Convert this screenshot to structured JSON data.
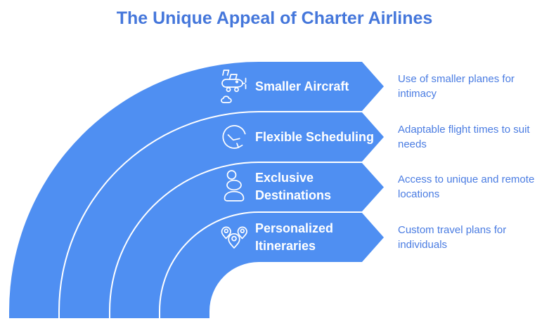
{
  "title": "The Unique Appeal of Charter Airlines",
  "colors": {
    "band": "#4F8FF2",
    "title_text": "#4577DB",
    "description_text": "#4A7CE2",
    "label_text": "#FFFFFF"
  },
  "items": [
    {
      "label": "Smaller Aircraft",
      "description": "Use of smaller planes for intimacy",
      "icon": "small-aircraft-icon"
    },
    {
      "label": "Flexible Scheduling",
      "description": "Adaptable flight times to suit needs",
      "icon": "flexible-time-icon"
    },
    {
      "label": "Exclusive Destinations",
      "description": "Access to unique and remote locations",
      "icon": "stacked-stones-icon"
    },
    {
      "label": "Personalized Itineraries",
      "description": "Custom travel plans for individuals",
      "icon": "map-pins-icon"
    }
  ]
}
